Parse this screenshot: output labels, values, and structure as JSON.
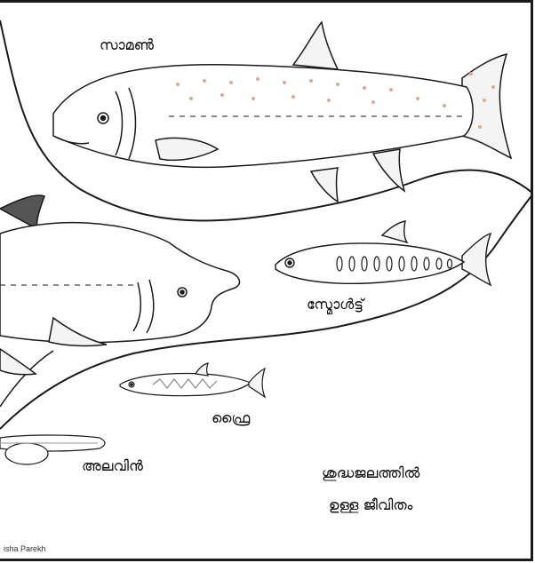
{
  "labels": {
    "salmon": "സാമൺ",
    "smolt": "സ്മോൾട്ട്",
    "fry": "ഫ്രൈ",
    "alevin": "അലവിൻ",
    "habitat_line1": "ശുദ്ധജലത്തിൽ",
    "habitat_line2": "ഉള്ള ജീവിതം"
  },
  "credit": "isha Parekh",
  "colors": {
    "line": "#1a1a1a",
    "spots": "#d9a89a",
    "fin_fill": "#f4f4f4"
  }
}
